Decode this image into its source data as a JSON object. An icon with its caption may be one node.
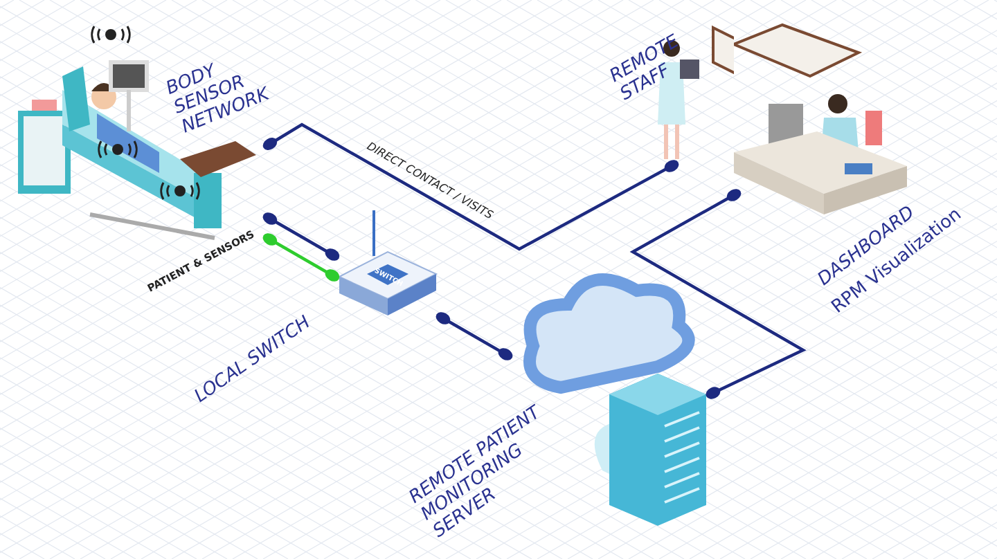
{
  "diagram": {
    "nodes": [
      {
        "text": [
          "BODY SENSOR NETWORK"
        ]
      },
      {
        "text": [
          "LOCAL SWITCH"
        ]
      },
      {
        "text": [
          "REMOTE STAFF"
        ]
      },
      {
        "text": [
          "DASHBOARD",
          "RPM Visualization"
        ]
      },
      {
        "text": [
          "REMOTE PATIENT MONITORING SERVER"
        ]
      }
    ],
    "edges": [
      {
        "from": 0,
        "to": 2,
        "arrow": "other",
        "label": "DIRECT CONTACT / VISITS"
      },
      {
        "from": 0,
        "to": 1,
        "arrow": "other"
      },
      {
        "from": 0,
        "to": 1,
        "arrow": "other",
        "color": "#2ecc2e"
      },
      {
        "from": 1,
        "to": 4,
        "arrow": "other"
      },
      {
        "from": 4,
        "to": 3,
        "arrow": "other"
      }
    ],
    "labels": [
      "PATIENT & SENSORS",
      "SWITCH"
    ]
  }
}
